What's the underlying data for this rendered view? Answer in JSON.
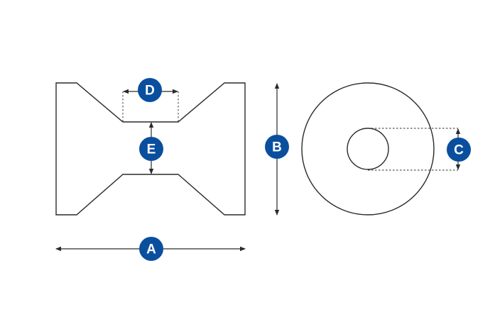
{
  "colors": {
    "badge": "#0a4f9e",
    "line": "#2a2a2a",
    "background": "#ffffff"
  },
  "labels": {
    "a": "A",
    "b": "B",
    "c": "C",
    "d": "D",
    "e": "E"
  }
}
